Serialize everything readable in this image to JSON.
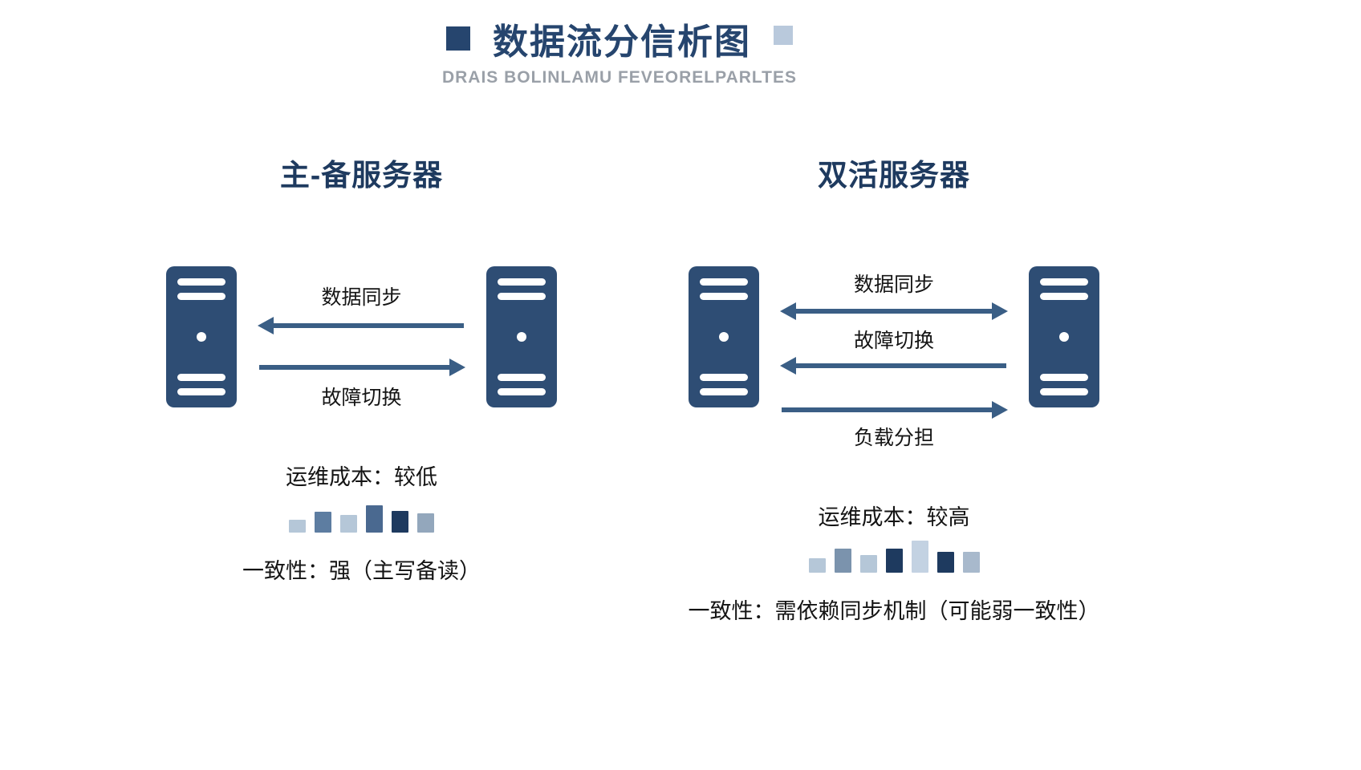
{
  "title": {
    "text": "数据流分信析图",
    "subtitle": "DRAIS BOLINLAMU FEVEORELPARLTES"
  },
  "colors": {
    "navy": "#1e3a5f",
    "title_navy": "#26456e",
    "server_body": "#2e4d74",
    "arrow": "#3a5e85",
    "light_blue": "#b9c9dc",
    "subtitle_gray": "#9aa0a8"
  },
  "left_panel": {
    "heading": "主-备服务器",
    "arrows": [
      {
        "label": "数据同步",
        "direction": "left"
      },
      {
        "label": "故障切换",
        "direction": "right"
      }
    ],
    "cost": "运维成本：较低",
    "consistency": "一致性：强（主写备读）",
    "bars": [
      {
        "h": 16,
        "c": "#b5c7d8"
      },
      {
        "h": 26,
        "c": "#5d7da1"
      },
      {
        "h": 22,
        "c": "#b5c7d8"
      },
      {
        "h": 34,
        "c": "#4a6990"
      },
      {
        "h": 27,
        "c": "#1e3a5f"
      },
      {
        "h": 24,
        "c": "#93a7bc"
      }
    ]
  },
  "right_panel": {
    "heading": "双活服务器",
    "arrows": [
      {
        "label": "数据同步",
        "direction": "both"
      },
      {
        "label": "故障切换",
        "direction": "left"
      },
      {
        "label": "负载分担",
        "direction": "right"
      }
    ],
    "cost": "运维成本：较高",
    "consistency": "一致性：需依赖同步机制（可能弱一致性）",
    "bars": [
      {
        "h": 18,
        "c": "#b5c7d8"
      },
      {
        "h": 30,
        "c": "#7b93ad"
      },
      {
        "h": 22,
        "c": "#b5c7d8"
      },
      {
        "h": 30,
        "c": "#1e3a5f"
      },
      {
        "h": 40,
        "c": "#c3d2e2"
      },
      {
        "h": 26,
        "c": "#1e3a5f"
      },
      {
        "h": 26,
        "c": "#a8b9cc"
      }
    ]
  }
}
